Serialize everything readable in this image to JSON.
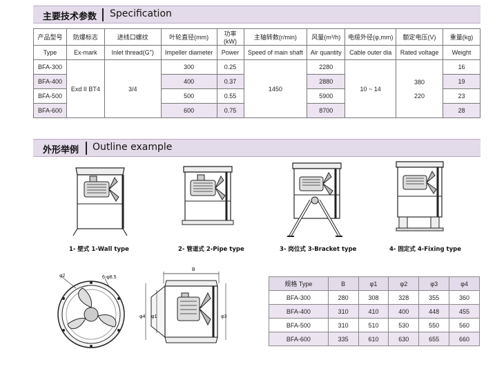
{
  "spec_section": {
    "title_cn": "主要技术参数",
    "title_en": "Specification"
  },
  "spec_table": {
    "headers_cn": [
      "产品型号",
      "防爆标志",
      "进线口螺纹",
      "叶轮直径(mm)",
      "功率(kW)",
      "主轴转数(r/min)",
      "风量(m³/h)",
      "电缆外径(φ,mm)",
      "额定电压(V)",
      "重量(kg)"
    ],
    "headers_en": [
      "Type",
      "Ex-mark",
      "Inlet thread(G\")",
      "Impeller diameter",
      "Power",
      "Speed of main shaft",
      "Air quantity",
      "Cable outer dia",
      "Rated voltage",
      "Weight"
    ],
    "rows": [
      {
        "type": "BFA-300",
        "diameter": "300",
        "power": "0.25",
        "air": "2280",
        "weight": "16"
      },
      {
        "type": "BFA-400",
        "diameter": "400",
        "power": "0.37",
        "air": "2880",
        "weight": "19"
      },
      {
        "type": "BFA-500",
        "diameter": "500",
        "power": "0.55",
        "air": "5900",
        "weight": "23"
      },
      {
        "type": "BFA-600",
        "diameter": "600",
        "power": "0.75",
        "air": "8700",
        "weight": "28"
      }
    ],
    "ex_mark": "Exd II BT4",
    "inlet_thread": "3/4",
    "speed": "1450",
    "cable": "10 ~ 14",
    "voltage_1": "380",
    "voltage_2": "220"
  },
  "outline_section": {
    "title_cn": "外形举例",
    "title_en": "Outline example"
  },
  "fan_types": [
    {
      "label": "1- 壁式  1-Wall type"
    },
    {
      "label": "2- 管道式  2-Pipe type"
    },
    {
      "label": "3- 岗位式  3-Bracket type"
    },
    {
      "label": "4- 固定式  4-Fixing type"
    }
  ],
  "drawing_labels": {
    "phi2": "φ2",
    "holes": "6-φ8.5",
    "b": "B",
    "phi4": "φ4",
    "phi1": "φ1",
    "phi3": "φ3"
  },
  "dim_table": {
    "headers": [
      "规格 Type",
      "B",
      "φ1",
      "φ2",
      "φ3",
      "φ4"
    ],
    "rows": [
      [
        "BFA-300",
        "280",
        "308",
        "328",
        "355",
        "360"
      ],
      [
        "BFA-400",
        "310",
        "410",
        "400",
        "448",
        "455"
      ],
      [
        "BFA-500",
        "310",
        "510",
        "530",
        "550",
        "560"
      ],
      [
        "BFA-600",
        "335",
        "610",
        "630",
        "655",
        "660"
      ]
    ]
  },
  "colors": {
    "band": "#e3dbe9",
    "shade": "#ece4f0"
  }
}
